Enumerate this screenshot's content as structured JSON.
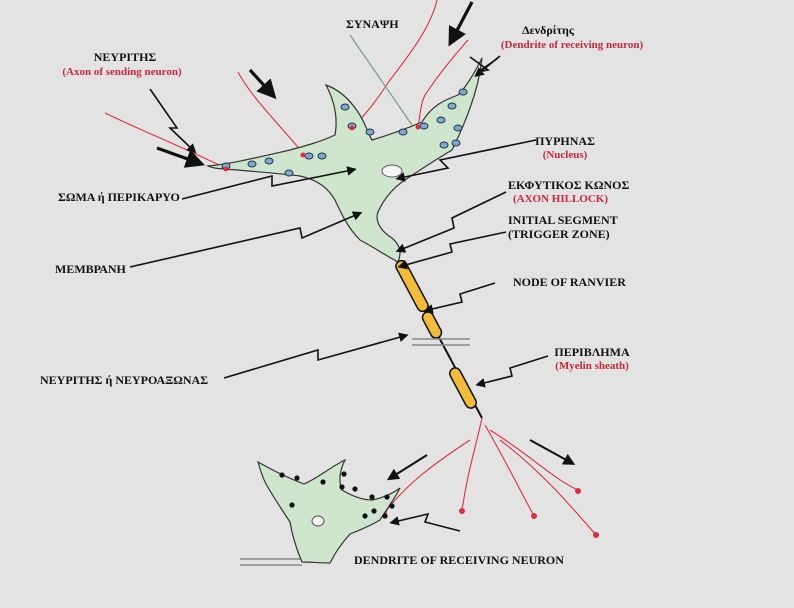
{
  "labels": {
    "synapse": "ΣΥΝΑΨΗ",
    "dendrite_gr": "Δενδρίτης",
    "dendrite_en": "(Dendrite of receiving neuron)",
    "axon_gr": "ΝΕΥΡΙΤΗΣ",
    "axon_en": "(Axon of sending neuron)",
    "nucleus_gr": "ΠΥΡΗΝΑΣ",
    "nucleus_en": "(Nucleus)",
    "soma": "ΣΩΜΑ ή ΠΕΡΙΚΑΡΥΟ",
    "hillock_gr": "ΕΚΦΥΤΙΚΟΣ ΚΩΝΟΣ",
    "hillock_en": "(AXON HILLOCK)",
    "initial_segment": "INITIAL SEGMENT",
    "trigger_zone": "(TRIGGER ZONE)",
    "membrane": "ΜΕΜΒΡΑΝΗ",
    "node_ranvier": "NODE OF RANVIER",
    "neurite": "ΝΕΥΡΙΤΗΣ ή ΝΕΥΡΟΑΞΩΝΑΣ",
    "sheath_gr": "ΠΕΡΙΒΛΗΜΑ",
    "sheath_en": "(Myelin sheath)",
    "dendrite_receiving": "DENDRITE OF RECEIVING NEURON"
  },
  "colors": {
    "background": "#e3e3e3",
    "cell_fill": "#cfe5cd",
    "myelin_fill": "#f2bc3a",
    "accent_red": "#c8283c"
  }
}
